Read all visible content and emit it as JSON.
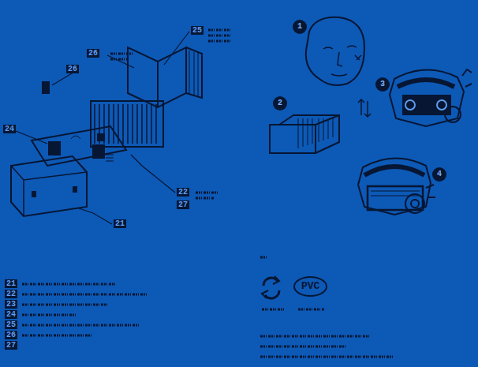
{
  "diagram": {
    "nodes": [
      {
        "text": [
          "25"
        ]
      },
      {
        "text": [
          "26"
        ]
      },
      {
        "text": [
          "26"
        ]
      },
      {
        "text": [
          "24"
        ]
      },
      {
        "text": [
          "22"
        ]
      },
      {
        "text": [
          "27"
        ]
      },
      {
        "text": [
          "21"
        ]
      },
      {
        "text": [
          "1"
        ]
      },
      {
        "text": [
          "2"
        ]
      },
      {
        "text": [
          "3"
        ]
      },
      {
        "text": [
          "4"
        ]
      },
      {
        "text": [
          "21"
        ]
      },
      {
        "text": [
          "22"
        ]
      },
      {
        "text": [
          "23"
        ]
      },
      {
        "text": [
          "24"
        ]
      },
      {
        "text": [
          "25"
        ]
      },
      {
        "text": [
          "26"
        ]
      },
      {
        "text": [
          "27"
        ]
      },
      {
        "text": [
          "PVC"
        ]
      }
    ]
  }
}
